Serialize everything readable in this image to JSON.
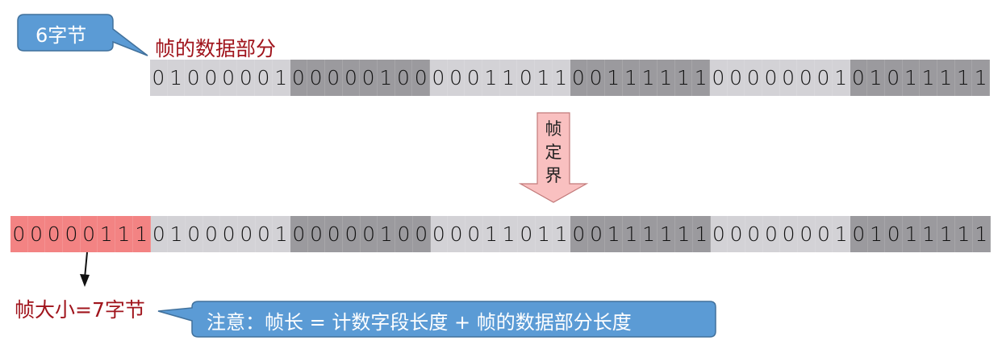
{
  "colors": {
    "callout_fill": "#5b9bd5",
    "callout_border": "#41719c",
    "label_red": "#a0141c",
    "byte_light": "#d3d2d6",
    "byte_dark": "#9b9a9e",
    "byte_count_field": "#f38383",
    "arrow_fill": "#f9c0c0",
    "arrow_border": "#c27a7a"
  },
  "top_callout": {
    "text": "6字节"
  },
  "data_label": "帧的数据部分",
  "top_row": {
    "bytes": [
      {
        "bits": "01000001",
        "shade": "light"
      },
      {
        "bits": "00000100",
        "shade": "dark"
      },
      {
        "bits": "00011011",
        "shade": "light"
      },
      {
        "bits": "00111111",
        "shade": "dark"
      },
      {
        "bits": "00000001",
        "shade": "light"
      },
      {
        "bits": "01011111",
        "shade": "dark"
      }
    ]
  },
  "process_arrow": {
    "chars": [
      "帧",
      "定",
      "界"
    ]
  },
  "bottom_row": {
    "count_field": {
      "bits": "00000111",
      "shade": "red"
    },
    "bytes": [
      {
        "bits": "01000001",
        "shade": "light"
      },
      {
        "bits": "00000100",
        "shade": "dark"
      },
      {
        "bits": "00011011",
        "shade": "light"
      },
      {
        "bits": "00111111",
        "shade": "dark"
      },
      {
        "bits": "00000001",
        "shade": "light"
      },
      {
        "bits": "01011111",
        "shade": "dark"
      }
    ]
  },
  "frame_size_label": "帧大小=7字节",
  "note_callout": {
    "text": "注意：帧长 = 计数字段长度 + 帧的数据部分长度"
  }
}
